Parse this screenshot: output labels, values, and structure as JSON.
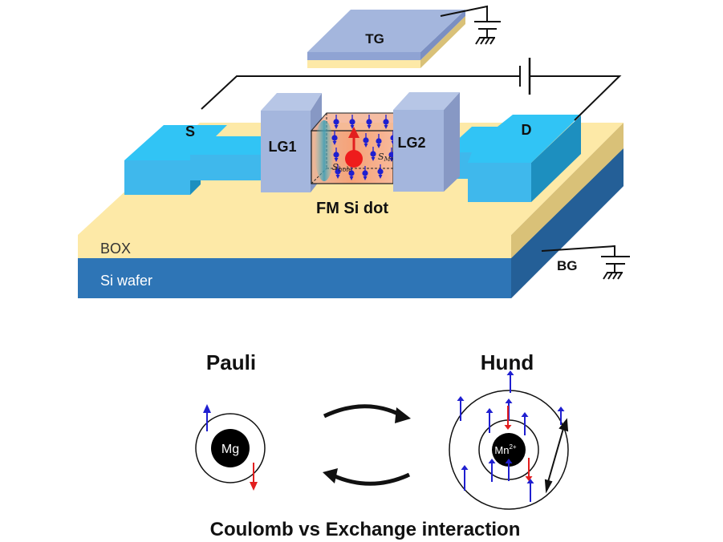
{
  "device": {
    "top_gate_label": "TG",
    "source_label": "S",
    "drain_label": "D",
    "left_gate_label": "LG1",
    "right_gate_label": "LG2",
    "dot_caption": "FM Si dot",
    "box_layer_label": "BOX",
    "wafer_layer_label": "Si wafer",
    "back_gate_label": "BG",
    "hole_spin_label": "S",
    "hole_spin_subscript": "hole",
    "mn_spin_label": "S",
    "mn_spin_subscript": "Mn"
  },
  "rules": {
    "pauli_title": "Pauli",
    "hund_title": "Hund",
    "pauli_atom_label": "Mg",
    "hund_atom_label": "Mn",
    "hund_atom_charge": "2+",
    "caption": "Coulomb vs Exchange interaction"
  },
  "colors": {
    "electrode": "#3fb8ec",
    "gate": "#a4b6dd",
    "box_layer": "#fde9a7",
    "wafer": "#2e75b6",
    "spin_up": "#1f1fd0",
    "spin_down": "#e21f1f"
  }
}
